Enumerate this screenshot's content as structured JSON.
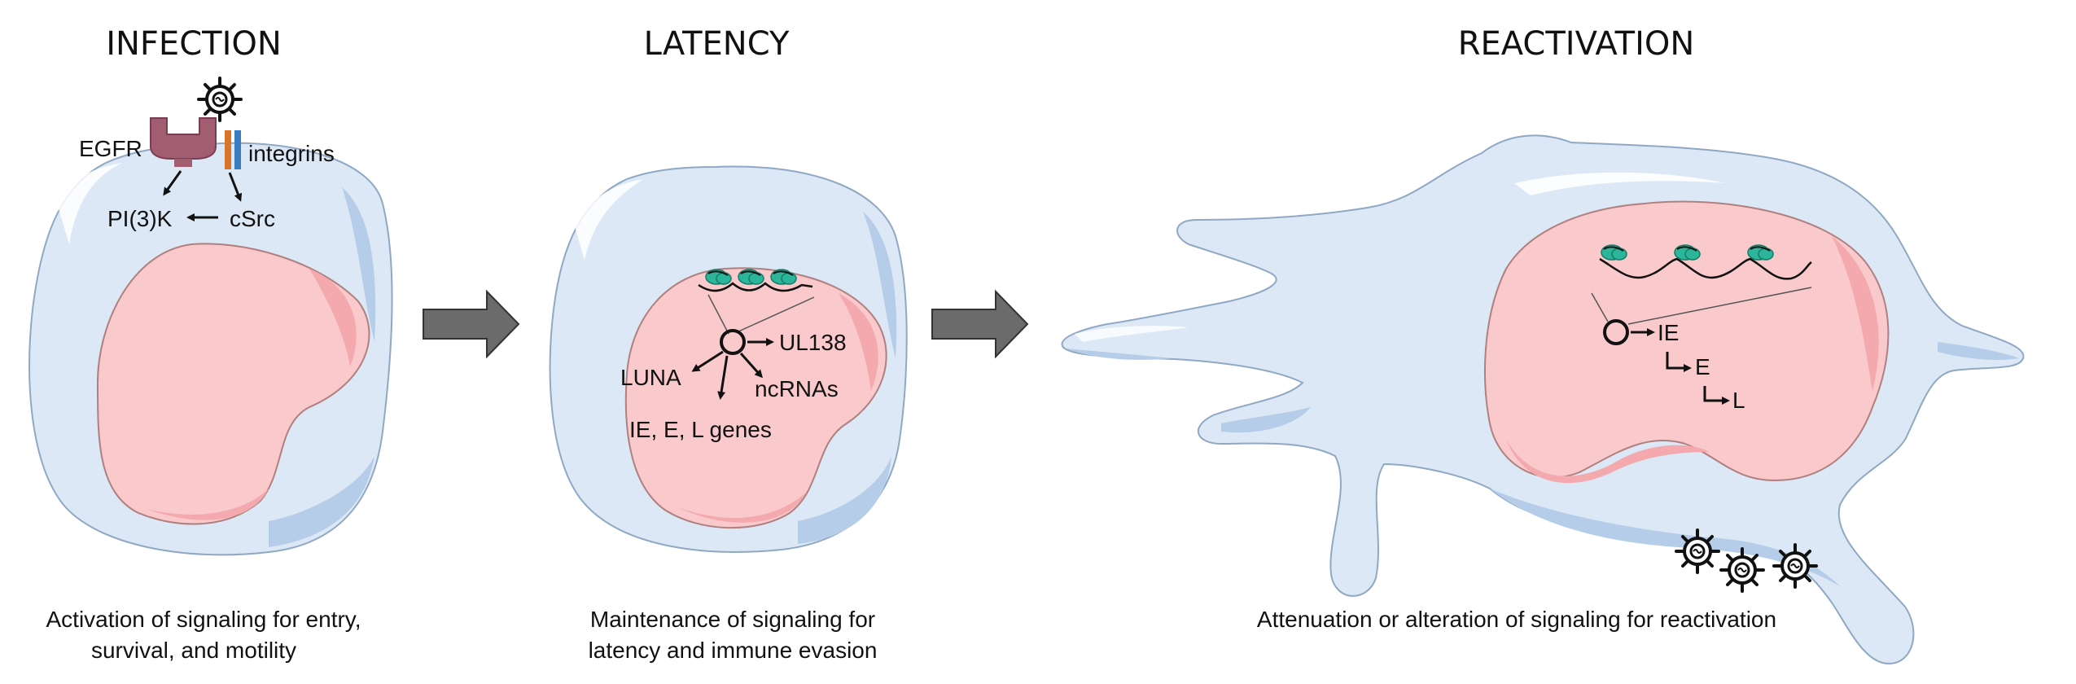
{
  "panels": {
    "infection": {
      "title": "INFECTION",
      "receptor_egfr": "EGFR",
      "receptor_integrins": "integrins",
      "node_pi3k": "PI(3)K",
      "node_csrc": "cSrc",
      "caption_line1": "Activation of signaling for entry,",
      "caption_line2": "survival,  and motility"
    },
    "latency": {
      "title": "LATENCY",
      "gene_ul138": "UL138",
      "gene_luna": "LUNA",
      "gene_ncrnas": "ncRNAs",
      "gene_iel": "IE, E, L genes",
      "caption_line1": "Maintenance of signaling for",
      "caption_line2": "latency and immune evasion"
    },
    "reactivation": {
      "title": "REACTIVATION",
      "gene_ie": "IE",
      "gene_e": "E",
      "gene_l": "L",
      "caption": "Attenuation or alteration of signaling for reactivation"
    }
  },
  "colors": {
    "cytoplasm": "#dce8f5",
    "cytoplasm_shade": "#b5cde8",
    "nucleus": "#f9c9cb",
    "nucleus_shade": "#f3a9ad",
    "egfr": "#a35d71",
    "integrin_orange": "#d9752b",
    "integrin_blue": "#3a7cc2",
    "nucleosome": "#2bb59a",
    "process_arrow": "#6b6b6b"
  },
  "icons": [
    "virus-icon",
    "egfr-receptor-icon",
    "integrin-icon",
    "nucleosome-icon",
    "viral-genome-circle-icon",
    "process-arrow-icon"
  ]
}
